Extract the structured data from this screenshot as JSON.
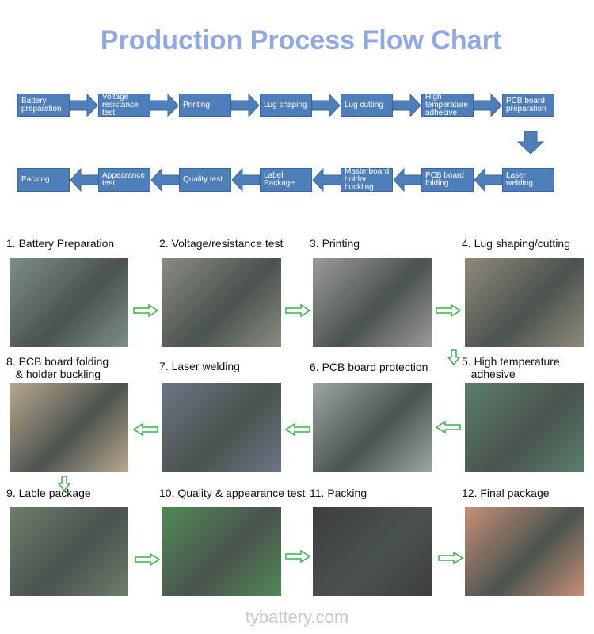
{
  "title": "Production Process Flow Chart",
  "flow_row1": [
    "Battery preparation",
    "Voltage resistance test",
    "Printing",
    "Lug shaping",
    "Lug cutting",
    "High temperature adhesive",
    "PCB board preparation"
  ],
  "flow_row2": [
    "Laser welding",
    "PCB board folding",
    "Masterboard holder buckling",
    "Label Package",
    "Quality test",
    "Appearance test",
    "Packing"
  ],
  "steps": [
    "1. Battery Preparation",
    "2. Voltage/resistance test",
    "3. Printing",
    "4. Lug shaping/cutting",
    "5. High temperature\n   adhesive",
    "6. PCB board protection",
    "7. Laser welding",
    "8. PCB board folding\n   & holder buckling",
    "9. Lable package",
    "10. Quality & appearance test",
    "11. Packing",
    "12. Final package"
  ],
  "colors": {
    "title": "#8fa9e6",
    "box": "#4f7fba",
    "arrow_green": "#3cae4a"
  },
  "footer": "tybattery.com"
}
